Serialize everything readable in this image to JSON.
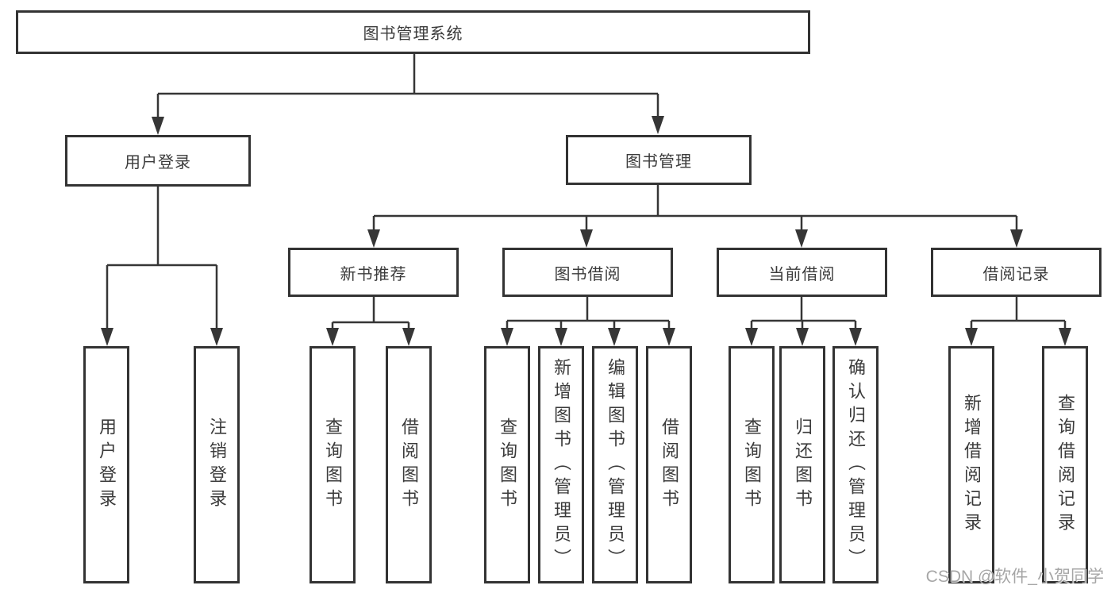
{
  "diagram": {
    "root": {
      "label": "图书管理系统",
      "children": [
        {
          "label": "用户登录",
          "children": [
            {
              "label": "用户登录"
            },
            {
              "label": "注销登录"
            }
          ]
        },
        {
          "label": "图书管理",
          "children": [
            {
              "label": "新书推荐",
              "children": [
                {
                  "label": "查询图书"
                },
                {
                  "label": "借阅图书"
                }
              ]
            },
            {
              "label": "图书借阅",
              "children": [
                {
                  "label": "查询图书"
                },
                {
                  "label": "新增图书（管理员）"
                },
                {
                  "label": "编辑图书（管理员）"
                },
                {
                  "label": "借阅图书"
                }
              ]
            },
            {
              "label": "当前借阅",
              "children": [
                {
                  "label": "查询图书"
                },
                {
                  "label": "归还图书"
                },
                {
                  "label": "确认归还（管理员）"
                }
              ]
            },
            {
              "label": "借阅记录",
              "children": [
                {
                  "label": "新增借阅记录"
                },
                {
                  "label": "查询借阅记录"
                }
              ]
            }
          ]
        }
      ]
    },
    "colors": {
      "line": "#363636",
      "box_border": "#333333",
      "text": "#3b3b3b",
      "background": "#ffffff",
      "watermark": "#9e9e9e"
    }
  },
  "watermark": {
    "text": "CSDN @软件_小贺同学"
  }
}
